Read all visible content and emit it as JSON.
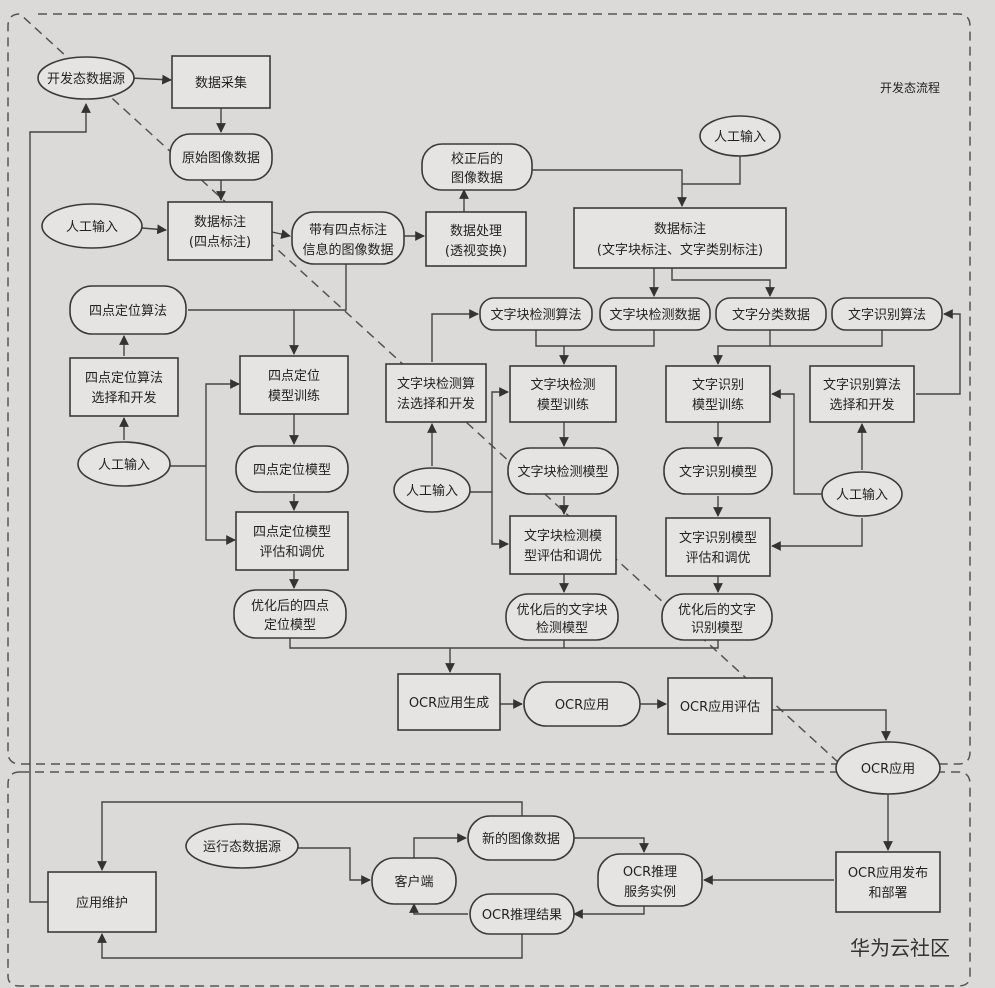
{
  "sections": {
    "dev_flow_label": "开发态流程"
  },
  "watermark": "华为云社区",
  "nodes": {
    "dev_data_source": "开发态数据源",
    "data_collection": "数据采集",
    "raw_image_data": "原始图像数据",
    "manual_input_1": "人工输入",
    "annotation_four_point": [
      "数据标注",
      "(四点标注)"
    ],
    "image_with_four_point": [
      "带有四点标注",
      "信息的图像数据"
    ],
    "data_processing": [
      "数据处理",
      "(透视变换)"
    ],
    "corrected_image_data": [
      "校正后的",
      "图像数据"
    ],
    "manual_input_top_right": "人工输入",
    "annotation_text": [
      "数据标注",
      "(文字块标注、文字类别标注)"
    ],
    "four_point_algorithm": "四点定位算法",
    "four_point_algo_select": [
      "四点定位算法",
      "选择和开发"
    ],
    "manual_input_left": "人工输入",
    "four_point_training": [
      "四点定位",
      "模型训练"
    ],
    "four_point_model": "四点定位模型",
    "four_point_eval": [
      "四点定位模型",
      "评估和调优"
    ],
    "four_point_optimized": [
      "优化后的四点",
      "定位模型"
    ],
    "text_detect_algorithm": "文字块检测算法",
    "text_detect_data": "文字块检测数据",
    "text_class_data": "文字分类数据",
    "text_recog_algorithm": "文字识别算法",
    "text_detect_algo_select": [
      "文字块检测算",
      "法选择和开发"
    ],
    "manual_input_mid": "人工输入",
    "text_detect_training": [
      "文字块检测",
      "模型训练"
    ],
    "text_detect_model": "文字块检测模型",
    "text_detect_eval": [
      "文字块检测模",
      "型评估和调优"
    ],
    "text_detect_optimized": [
      "优化后的文字块",
      "检测模型"
    ],
    "text_recog_training": [
      "文字识别",
      "模型训练"
    ],
    "text_recog_model": "文字识别模型",
    "text_recog_eval": [
      "文字识别模型",
      "评估和调优"
    ],
    "text_recog_optimized": [
      "优化后的文字",
      "识别模型"
    ],
    "text_recog_algo_select": [
      "文字识别算法",
      "选择和开发"
    ],
    "manual_input_right": "人工输入",
    "ocr_app_generate": "OCR应用生成",
    "ocr_app_1": "OCR应用",
    "ocr_app_eval": "OCR应用评估",
    "ocr_app_2": "OCR应用",
    "app_maintenance": "应用维护",
    "runtime_data_source": "运行态数据源",
    "client": "客户端",
    "new_image_data": "新的图像数据",
    "ocr_inference_result": "OCR推理结果",
    "ocr_inference_service": [
      "OCR推理",
      "服务实例"
    ],
    "ocr_app_deploy": [
      "OCR应用发布",
      "和部署"
    ]
  }
}
